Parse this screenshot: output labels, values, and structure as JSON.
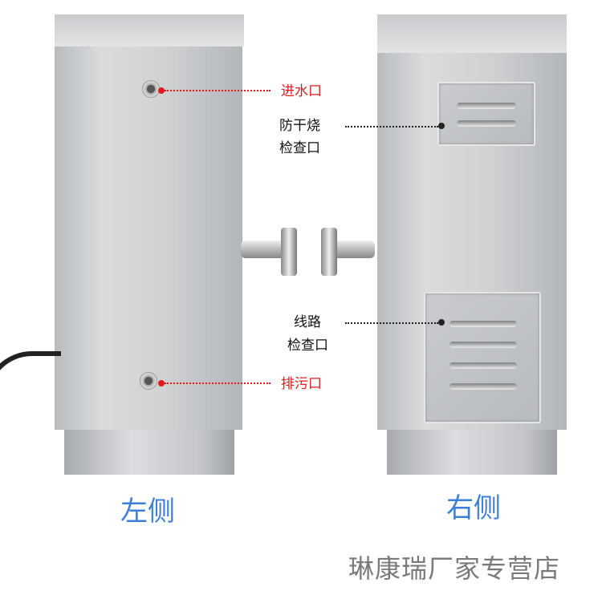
{
  "labels": {
    "inlet": "进水口",
    "dry_burn_1": "防干烧",
    "dry_burn_2": "检查口",
    "wiring_1": "线路",
    "wiring_2": "检查口",
    "drain": "排污口"
  },
  "captions": {
    "left": "左侧",
    "right": "右侧"
  },
  "watermark": "琳康瑞厂家专营店",
  "colors": {
    "caption": "#3d7fd8",
    "marker": "#e01a1a"
  }
}
